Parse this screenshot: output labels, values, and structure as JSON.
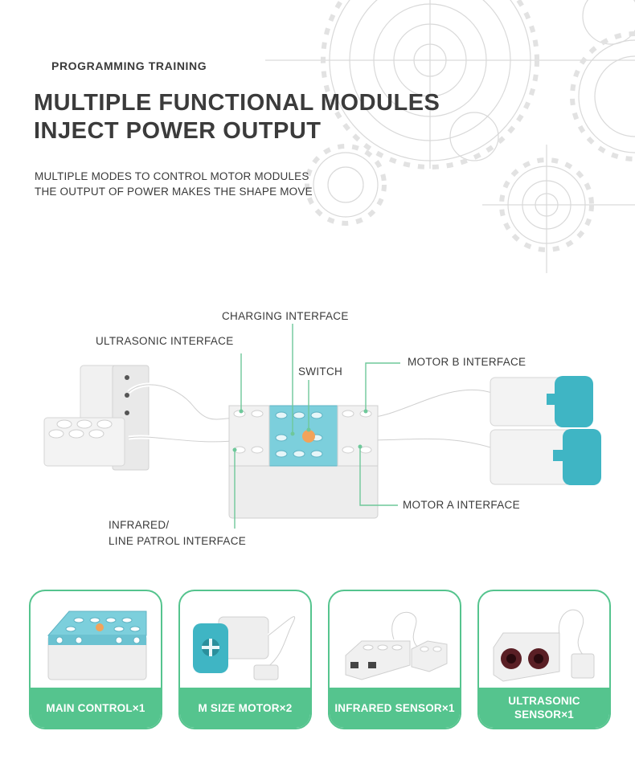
{
  "header": {
    "eyebrow": "PROGRAMMING TRAINING",
    "title_line1": "MULTIPLE FUNCTIONAL MODULES",
    "title_line2": "INJECT POWER OUTPUT",
    "subtitle_line1": "MULTIPLE MODES TO CONTROL MOTOR MODULES",
    "subtitle_line2": "THE OUTPUT OF POWER MAKES THE SHAPE MOVE"
  },
  "diagram": {
    "callouts": {
      "charging": "CHARGING INTERFACE",
      "ultrasonic": "ULTRASONIC INTERFACE",
      "switch": "SWITCH",
      "motor_b": "MOTOR B INTERFACE",
      "motor_a": "MOTOR A INTERFACE",
      "infrared_line1": "INFRARED/",
      "infrared_line2": "LINE PATROL INTERFACE"
    }
  },
  "cards": [
    {
      "label": "MAIN CONTROL×1"
    },
    {
      "label": "M SIZE MOTOR×2"
    },
    {
      "label": "INFRARED SENSOR×1"
    },
    {
      "label": "ULTRASONIC\nSENSOR×1"
    }
  ],
  "colors": {
    "accent_green": "#55c48e",
    "brick_teal": "#7ccfdc",
    "motor_teal": "#3fb5c4",
    "leader_line": "#6ec89a",
    "switch_orange": "#f2a35a"
  }
}
